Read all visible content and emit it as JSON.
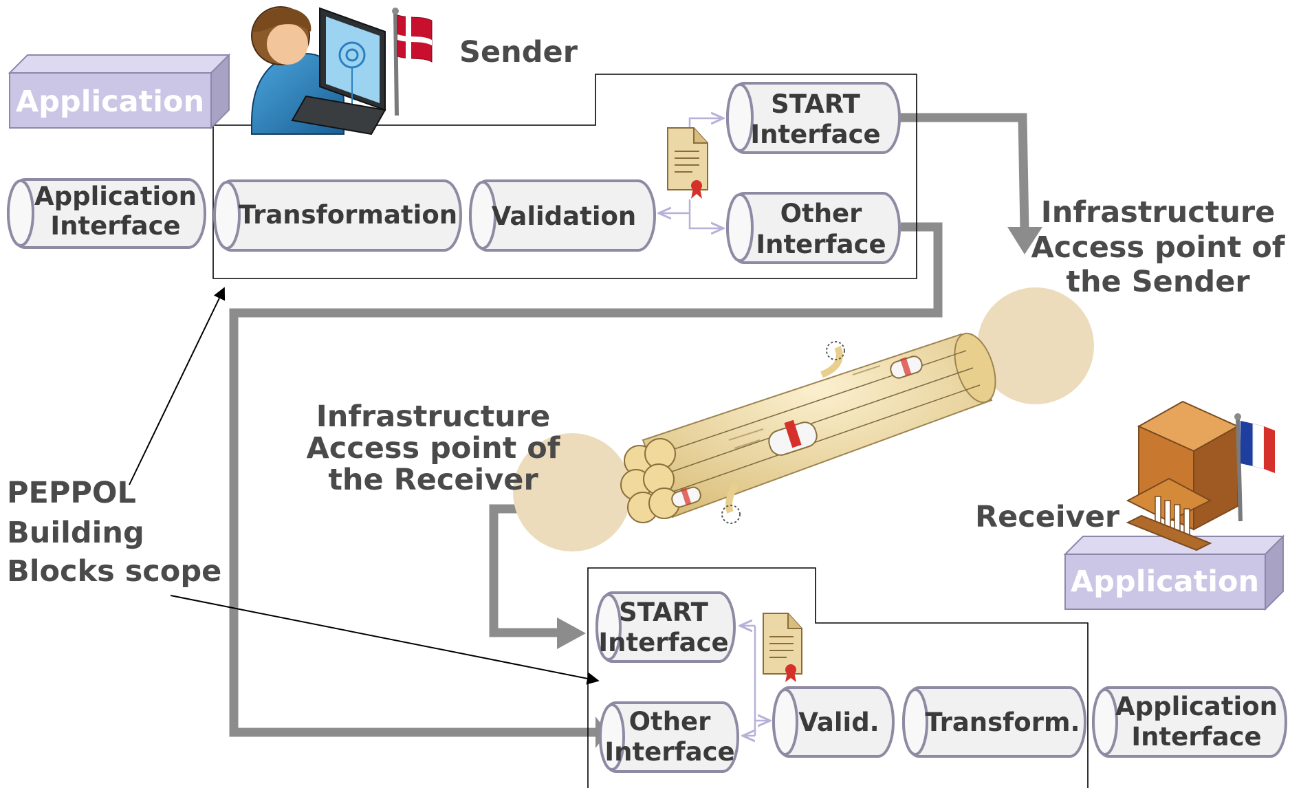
{
  "sender": {
    "title": "Sender",
    "application": "Application",
    "app_interface": [
      "Application",
      "Interface"
    ],
    "transformation": "Transformation",
    "validation": "Validation",
    "start_interface": [
      "START",
      "Interface"
    ],
    "other_interface": [
      "Other",
      "Interface"
    ],
    "flag": "denmark"
  },
  "access_point_sender": [
    "Infrastructure",
    "Access point of",
    "the Sender"
  ],
  "access_point_receiver": [
    "Infrastructure",
    "Access point of",
    "the Receiver"
  ],
  "scope_label": [
    "PEPPOL",
    "Building",
    "Blocks scope"
  ],
  "receiver": {
    "title": "Receiver",
    "application": "Application",
    "start_interface": [
      "START",
      "Interface"
    ],
    "other_interface": [
      "Other",
      "Interface"
    ],
    "validation": "Valid.",
    "transformation": "Transform.",
    "app_interface": [
      "Application",
      "Interface"
    ],
    "flag": "france"
  },
  "colors": {
    "label": "#4a4a4a",
    "app_box": "#cbc5e6",
    "app_box_edge": "#8d88aa",
    "cylinder_fill": "#f1f1f1",
    "cylinder_stroke": "#8f8aa3",
    "flow_arrow": "#8c8c8c",
    "access_point": "#ecdcbc",
    "pipe": "#f2d99a"
  },
  "icons": [
    "user-at-laptop-icon",
    "denmark-flag-icon",
    "certificate-document-icon",
    "government-building-icon",
    "france-flag-icon",
    "infrastructure-pipe-icon"
  ]
}
